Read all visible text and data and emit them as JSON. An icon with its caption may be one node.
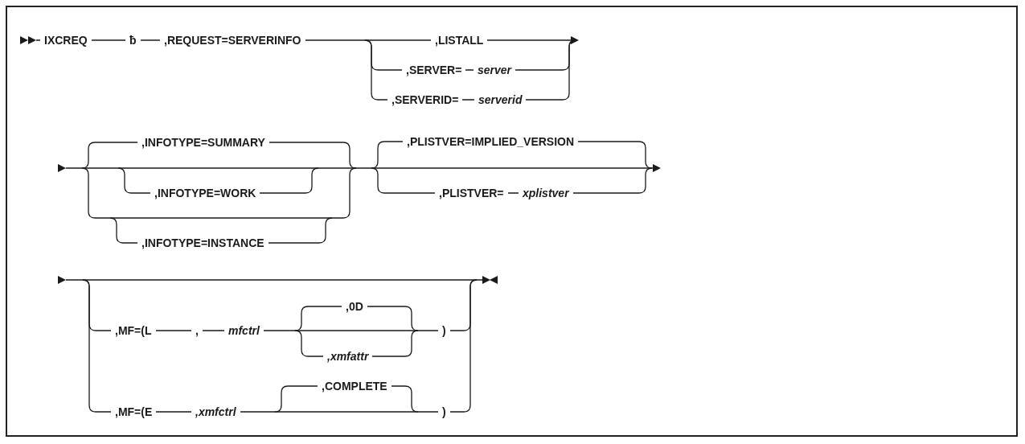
{
  "diagram": {
    "labels": [
      "IXCREQ",
      "ƀ",
      ",REQUEST=SERVERINFO",
      ",LISTALL",
      ",SERVER=",
      "server",
      ",SERVERID=",
      "serverid",
      ",INFOTYPE=SUMMARY",
      ",INFOTYPE=WORK",
      ",INFOTYPE=INSTANCE",
      ",PLISTVER=IMPLIED_VERSION",
      ",PLISTVER=",
      "xplistver",
      ",MF=(L",
      ",",
      "mfctrl",
      ",0D",
      ",xmfattr",
      ")",
      ",MF=(E",
      ",xmfctrl",
      ",COMPLETE",
      ")"
    ]
  }
}
